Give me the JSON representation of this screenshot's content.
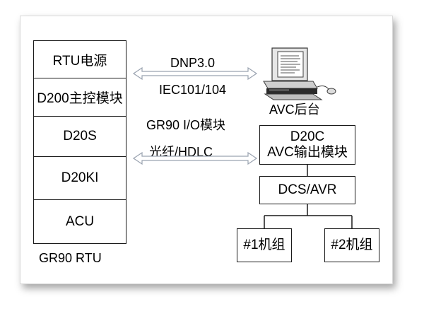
{
  "rtu": {
    "modules": [
      "RTU电源",
      "D200主控模块",
      "D20S",
      "D20KI",
      "ACU"
    ],
    "caption": "GR90   RTU"
  },
  "links": {
    "upper_protocol": "DNP3.0",
    "lower_protocol": "IEC101/104",
    "io_module": "GR90 I/O模块",
    "fiber": "光纤/HDLC"
  },
  "avc_backend": {
    "label": "AVC后台",
    "icon": "computer-icon"
  },
  "avc_output": {
    "line1": "D20C",
    "line2": "AVC输出模块"
  },
  "dcs": {
    "label": "DCS/AVR"
  },
  "units": [
    "#1机组",
    "#2机组"
  ],
  "colors": {
    "line": "#1a1a1a",
    "arrow": "#9aa3b0",
    "frame_shadow": "rgba(0,0,0,0.35)"
  }
}
